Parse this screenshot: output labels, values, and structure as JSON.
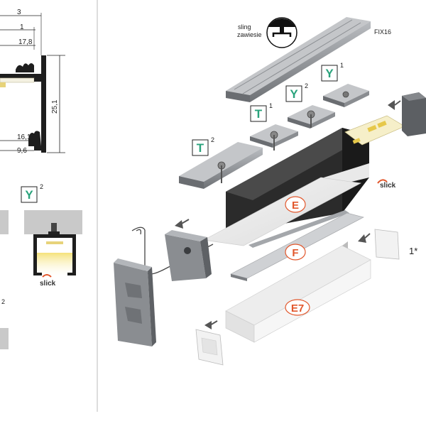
{
  "dimensions": {
    "top_cut_1": "3",
    "top_cut_2": "1",
    "width": "17,8",
    "height": "25,1",
    "inner": "16,1",
    "bottom": "9,6"
  },
  "left_panel": {
    "badge_y": "Y",
    "badge_y_sup": "2",
    "slick_logo": "slick",
    "lower_sup": "2"
  },
  "main": {
    "sling_label_1": "sling",
    "sling_label_2": "zawiesie",
    "fix_label": "FIX16",
    "badge_t1": "T",
    "badge_t1_sup": "2",
    "badge_t2": "T",
    "badge_t2_sup": "1",
    "badge_y1": "Y",
    "badge_y1_sup": "2",
    "badge_y2": "Y",
    "badge_y2_sup": "1",
    "cover_e": "E",
    "cover_f": "F",
    "cover_e7": "E7",
    "end_cap_label": "1*",
    "slick_logo": "slick"
  },
  "colors": {
    "badge_green": "#2aa37c",
    "oval_orange": "#e2572c",
    "profile_dark": "#2b2b2b",
    "metal_gray": "#8a8d91",
    "led_yellow": "#f2e08a"
  }
}
